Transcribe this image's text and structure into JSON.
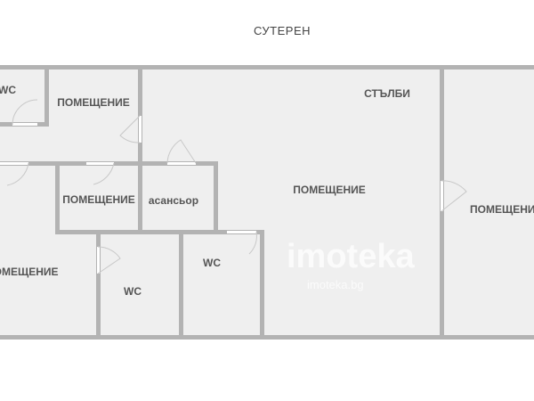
{
  "plan": {
    "title": "СУТЕРЕН",
    "rooms": {
      "wc_top_left": "WC",
      "room_top": "ПОМЕЩЕНИЕ",
      "room_small": "ПОМЕЩЕНИЕ",
      "elevator": "асансьор",
      "stairs": "СТЪЛБИ",
      "room_center": "ПОМЕЩЕНИЕ",
      "room_right": "ПОМЕЩЕНИЕ",
      "room_left": "ПОМЕЩЕНИЕ",
      "wc_middle": "WC",
      "wc_right": "WC"
    }
  },
  "watermark": {
    "logo": "imoteka",
    "url": "imoteka.bg"
  },
  "colors": {
    "wall": "#b3b3b3",
    "floor": "#efefef",
    "text": "#555555"
  }
}
